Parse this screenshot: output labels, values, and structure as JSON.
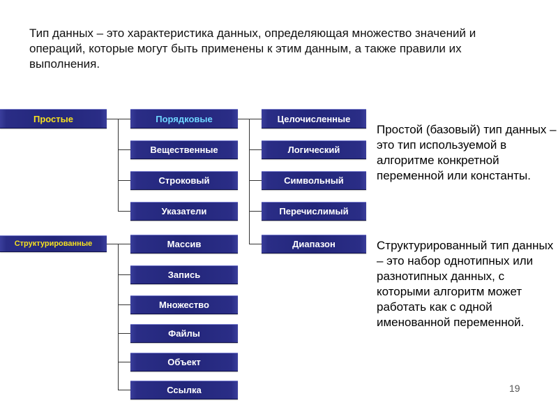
{
  "intro": "Тип данных – это характеристика данных, определяющая множество значений и операций, которые могут быть применены к этим данным, а также правили их выполнения.",
  "diagram": {
    "simple": "Простые",
    "structured": "Структурированные",
    "simple_types": [
      "Порядковые",
      "Вещественные",
      "Строковый",
      "Указатели"
    ],
    "ordinal_types": [
      "Целочисленные",
      "Логический",
      "Символьный",
      "Перечислимый",
      "Диапазон"
    ],
    "structured_types": [
      "Массив",
      "Запись",
      "Множество",
      "Файлы",
      "Объект",
      "Ссылка"
    ]
  },
  "simple_description": "Простой (базовый) тип данных – это тип используемой в алгоритме конкретной переменной или константы.",
  "structured_description": "Структурированный тип данных – это набор однотипных или разнотипных данных, с которыми алгоритм может работать как с одной именованной переменной.",
  "page_number": "19",
  "colors": {
    "box_fill": "#23267a",
    "root_text": "#f5e020",
    "ordinal_text": "#6fd6ff",
    "item_text": "#ffffff"
  }
}
